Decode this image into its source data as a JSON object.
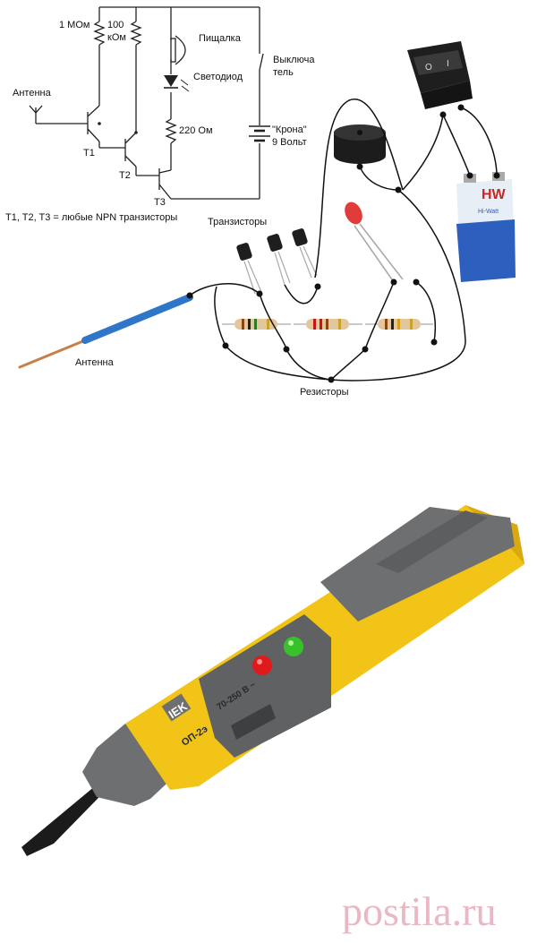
{
  "schematic": {
    "res_1mom": "1 МОм",
    "res_100_line1": "100",
    "res_100_line2": "кОм",
    "buzzer": "Пищалка",
    "led": "Светодиод",
    "switch_line1": "Выключа",
    "switch_line2": "тель",
    "antenna": "Антенна",
    "t1": "T1",
    "t2": "T2",
    "t3": "T3",
    "res_220": "220 Ом",
    "battery_line1": "\"Крона\"",
    "battery_line2": "9 Вольт",
    "note": "T1, T2, T3 = любые NPN транзисторы"
  },
  "assembly": {
    "transistors": "Транзисторы",
    "resistors": "Резисторы",
    "antenna": "Антенна",
    "battery_brand": "Hi-Watt"
  },
  "tester": {
    "brand": "IEK",
    "model": "ОП-2э",
    "range": "70-250 В ~"
  },
  "watermark": "postila.ru",
  "colors": {
    "tester_yellow": "#f2c418",
    "tester_gray": "#6d6f70",
    "wire_blue": "#2f76c9",
    "wire_copper": "#c8804a",
    "led_green": "#38c22a",
    "led_red": "#e01a1a",
    "watermark": "#e9b8c2"
  }
}
